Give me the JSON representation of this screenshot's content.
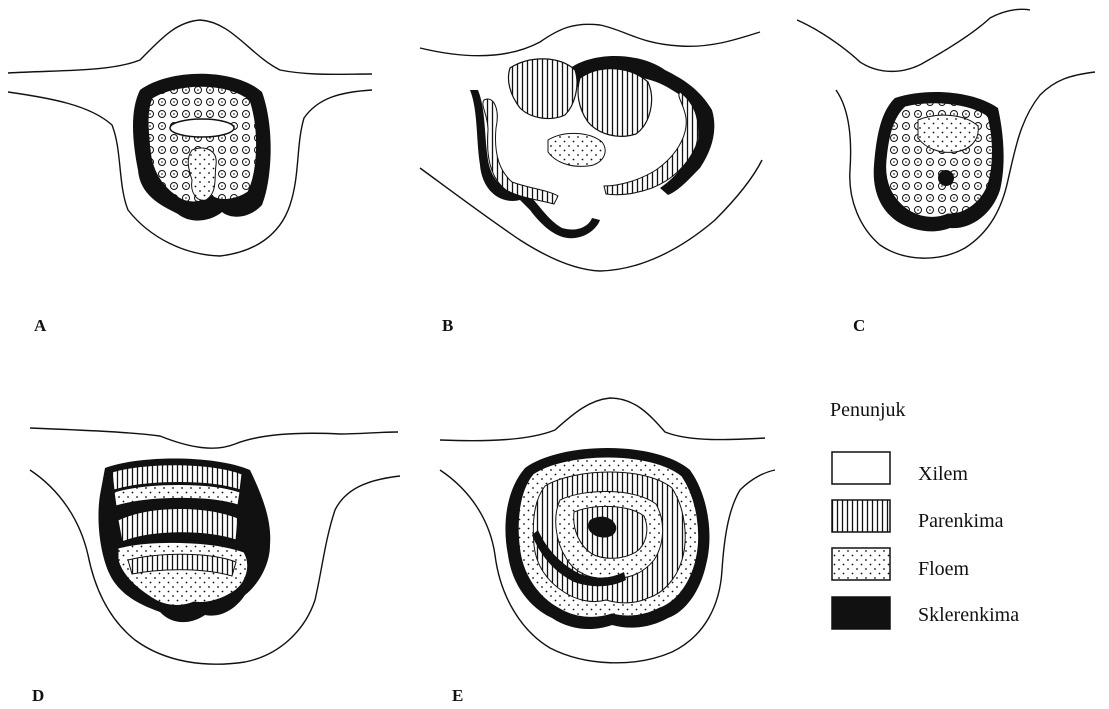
{
  "panels": [
    {
      "id": "A",
      "label": "A"
    },
    {
      "id": "B",
      "label": "B"
    },
    {
      "id": "C",
      "label": "C"
    },
    {
      "id": "D",
      "label": "D"
    },
    {
      "id": "E",
      "label": "E"
    }
  ],
  "legend": {
    "title": "Penunjuk",
    "items": [
      {
        "label": "Xilem",
        "pattern": "empty"
      },
      {
        "label": "Parenkima",
        "pattern": "vertical-lines"
      },
      {
        "label": "Floem",
        "pattern": "dots"
      },
      {
        "label": "Sklerenkima",
        "pattern": "solid"
      }
    ]
  },
  "colors": {
    "ink": "#111111",
    "paper": "#ffffff"
  }
}
